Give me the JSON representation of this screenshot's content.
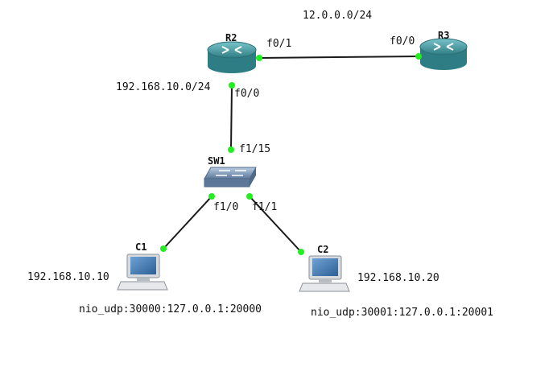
{
  "network": {
    "r2_r3_network": "12.0.0.0/24",
    "lan_network": "192.168.10.0/24"
  },
  "devices": {
    "r2": {
      "name": "R2",
      "type": "router"
    },
    "r3": {
      "name": "R3",
      "type": "router"
    },
    "sw1": {
      "name": "SW1",
      "type": "switch"
    },
    "c1": {
      "name": "C1",
      "type": "pc",
      "ip": "192.168.10.10",
      "nio": "nio_udp:30000:127.0.0.1:20000"
    },
    "c2": {
      "name": "C2",
      "type": "pc",
      "ip": "192.168.10.20",
      "nio": "nio_udp:30001:127.0.0.1:20001"
    }
  },
  "ports": {
    "r2_f0_1": "f0/1",
    "r3_f0_0": "f0/0",
    "r2_f0_0": "f0/0",
    "sw1_f1_15": "f1/15",
    "sw1_f1_0": "f1/0",
    "sw1_f1_1": "f1/1"
  },
  "colors": {
    "link": "#1a1a1a",
    "port_dot": "#22ee22",
    "router_body": "#3f8f95",
    "router_top": "#6fbcc2",
    "switch_body": "#6d87a8",
    "switch_top": "#a9bfd8",
    "pc_screen": "#4a7fb5"
  }
}
